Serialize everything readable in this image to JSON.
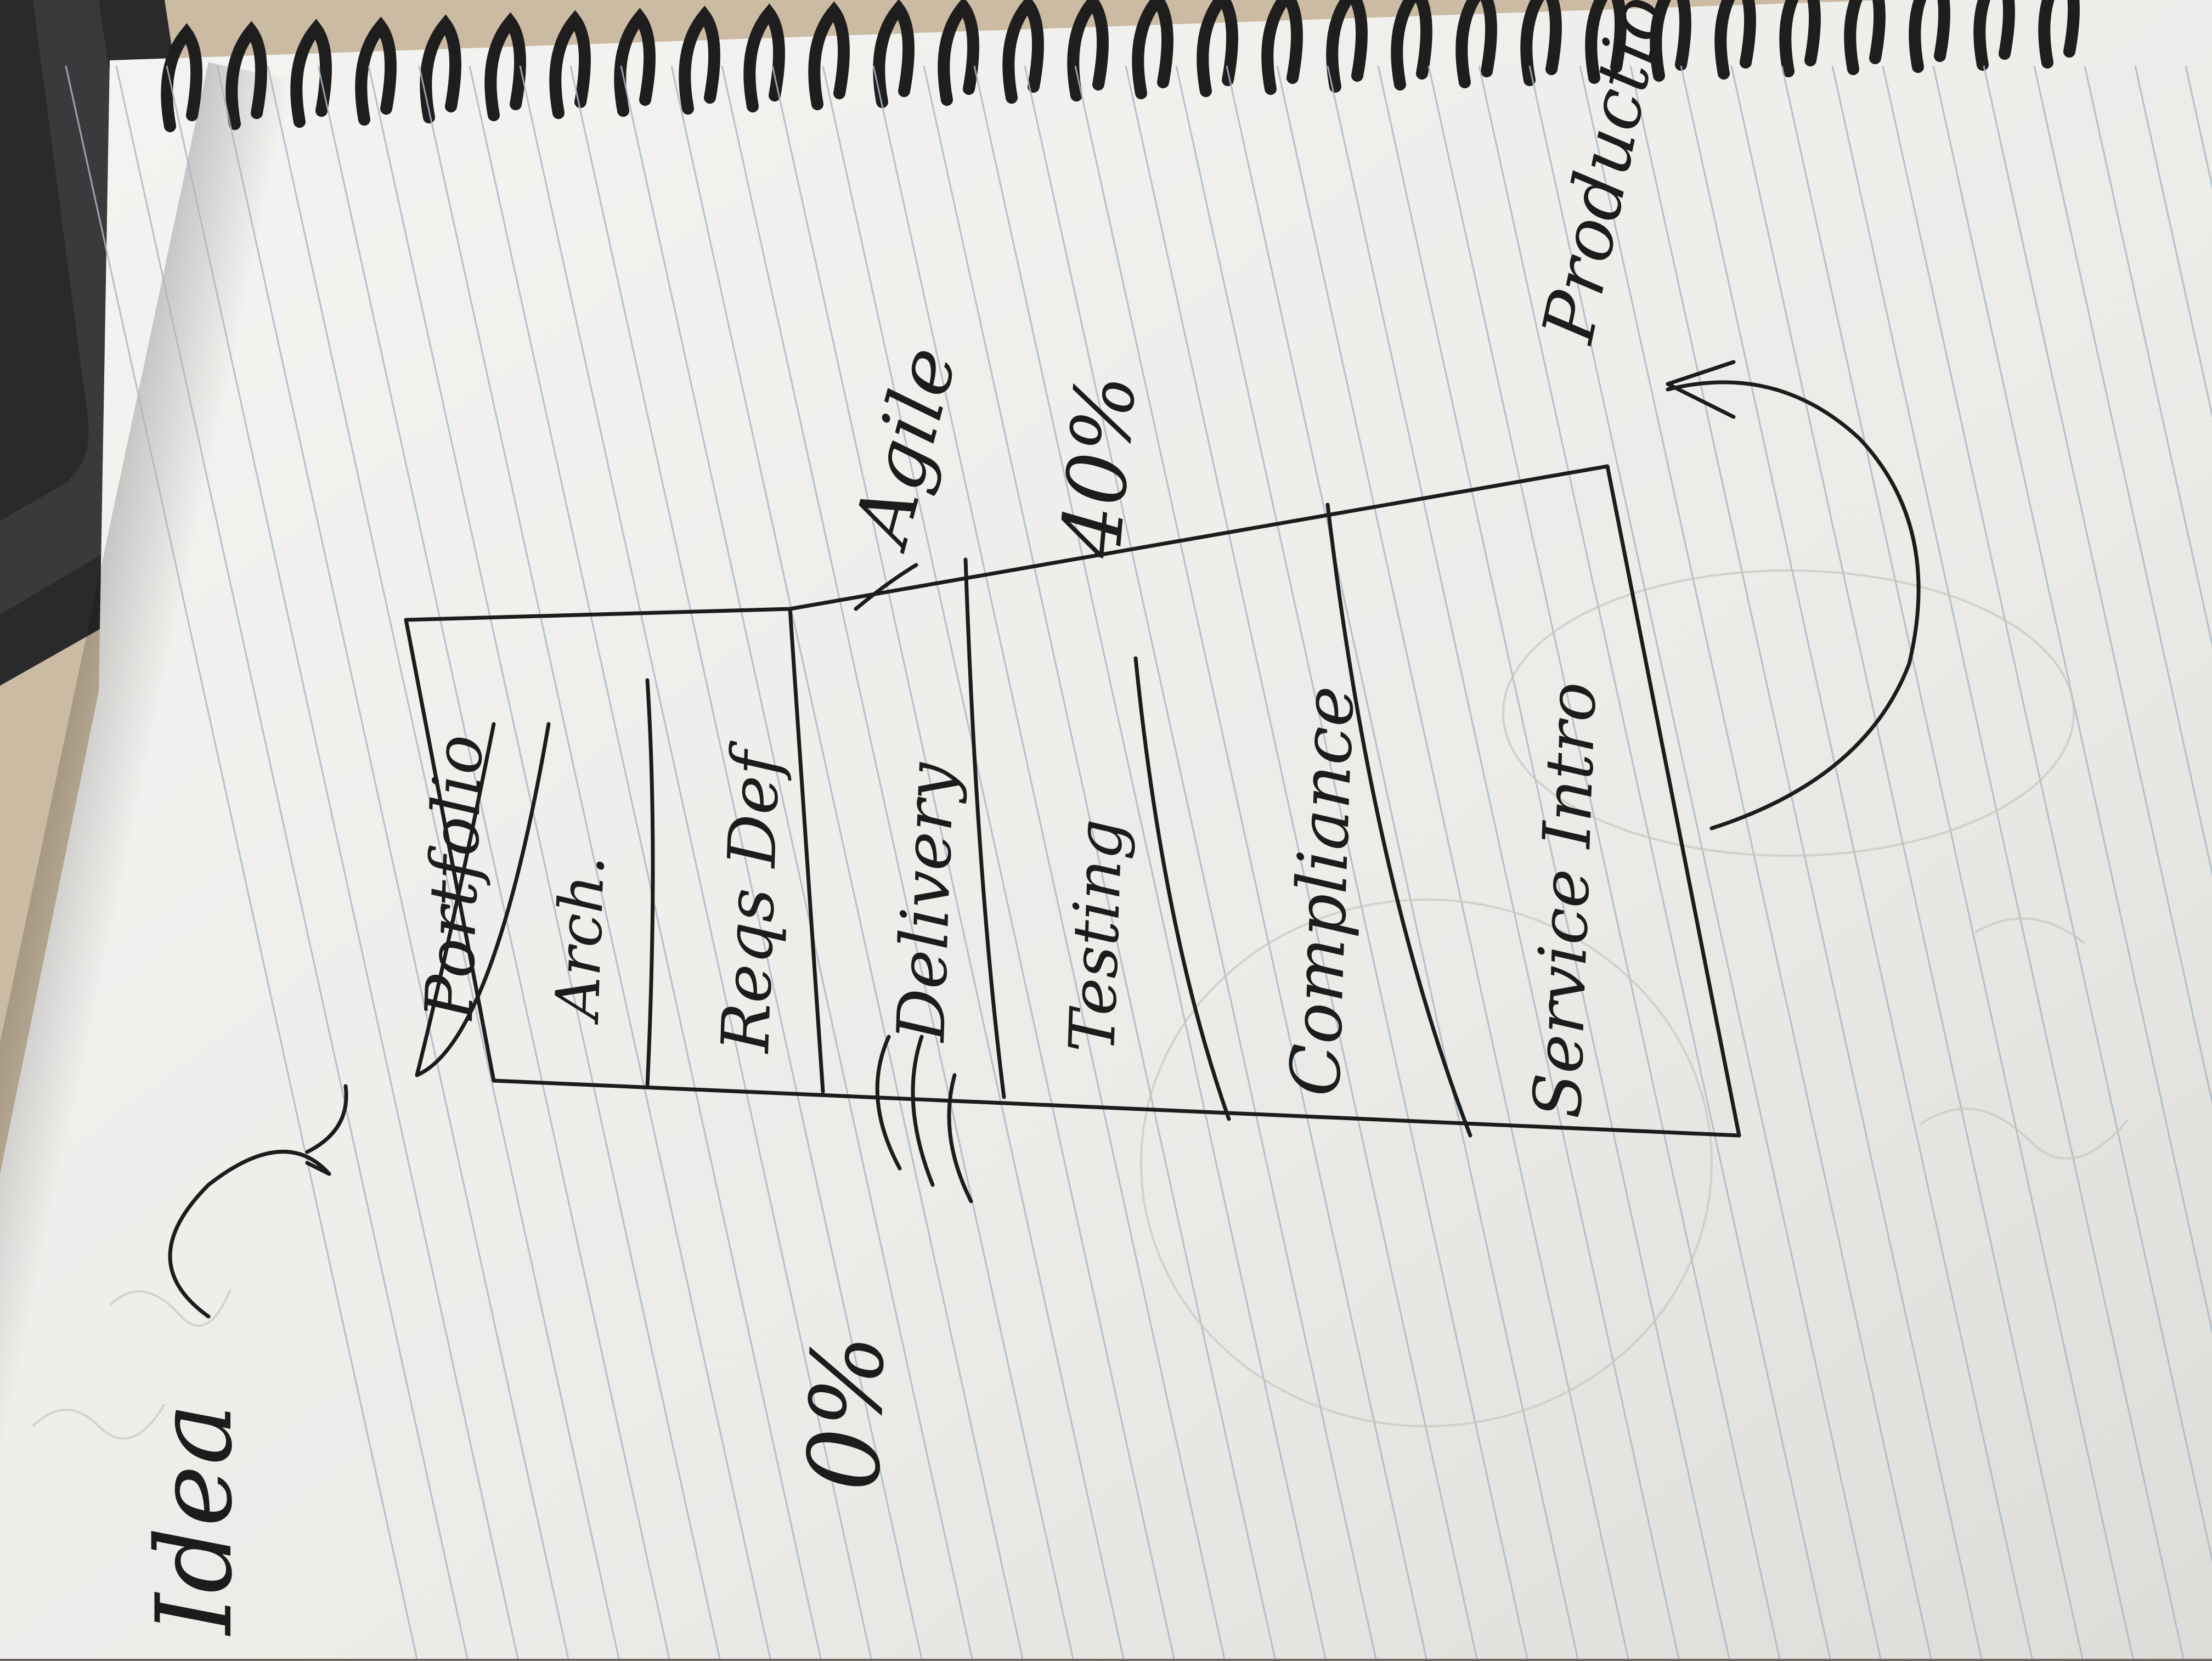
{
  "image": {
    "kind": "photo of handwritten sketch on lined spiral notebook",
    "colors": {
      "paper": "#efefed",
      "paper_shadow": "#d9d8d4",
      "rule_line": "#9fb3c2",
      "ink": "#1c1c1c",
      "desk": "#cbbba2",
      "device": "#2a2a2c",
      "spiral": "#1e1e1e"
    }
  },
  "sketch": {
    "title": "Idea",
    "left_percent": "0%",
    "middle_percent": "40%",
    "right_label": "Agile",
    "top_label": "Production",
    "funnel_stages": [
      "Portfolio",
      "Arch.",
      "Reqs Def",
      "Delivery",
      "Testing",
      "Compliance",
      "Service Intro"
    ]
  }
}
